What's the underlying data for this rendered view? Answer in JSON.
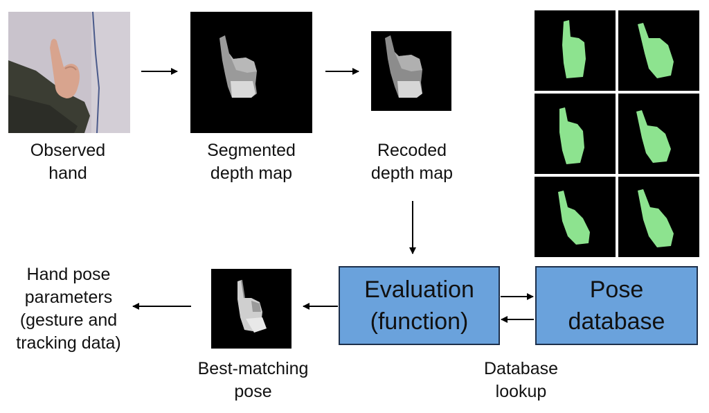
{
  "colors": {
    "box_fill": "#6aa2dc",
    "box_border": "#1d2f4a",
    "hand_green": "#8de38f",
    "tile_bg": "#000000"
  },
  "stages": {
    "observed": {
      "line1": "Observed",
      "line2": "hand"
    },
    "segmented": {
      "line1": "Segmented",
      "line2": "depth map"
    },
    "recoded": {
      "line1": "Recoded",
      "line2": "depth map"
    },
    "best": {
      "line1": "Best-matching",
      "line2": "pose"
    },
    "output": {
      "line1": "Hand pose",
      "line2": "parameters",
      "line3": "(gesture and",
      "line4": "tracking data)"
    },
    "lookup": {
      "line1": "Database",
      "line2": "lookup"
    }
  },
  "boxes": {
    "evaluation": {
      "line1": "Evaluation",
      "line2": "(function)"
    },
    "database": {
      "line1": "Pose",
      "line2": "database"
    }
  }
}
